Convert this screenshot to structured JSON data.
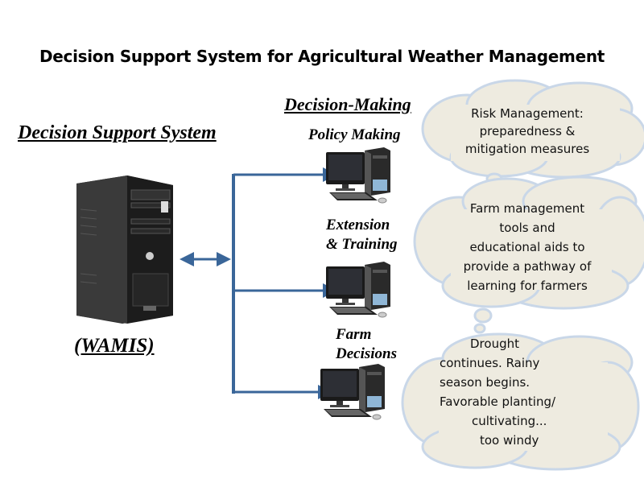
{
  "title": "Decision Support System for Agricultural Weather Management",
  "left": {
    "heading": "Decision Support System",
    "system_label": "(WAMIS)"
  },
  "right": {
    "heading": "Decision-Making"
  },
  "branches": [
    {
      "label_lines": [
        "Policy Making"
      ],
      "cloud_lines": [
        "Risk Management:",
        "preparedness &",
        "mitigation measures"
      ]
    },
    {
      "label_lines": [
        "Extension",
        "& Training"
      ],
      "cloud_lines": [
        "Farm management",
        "tools and",
        "educational aids to",
        "provide a pathway of",
        "learning for farmers"
      ]
    },
    {
      "label_lines": [
        "Farm",
        "Decisions"
      ],
      "cloud_lines": [
        "Drought",
        "continues. Rainy",
        "season begins.",
        "Favorable planting/",
        "cultivating...",
        "too windy"
      ]
    }
  ],
  "colors": {
    "connector": "#3a6699",
    "cloud_fill": "#eeebe0",
    "cloud_border": "#c9d7e8"
  }
}
